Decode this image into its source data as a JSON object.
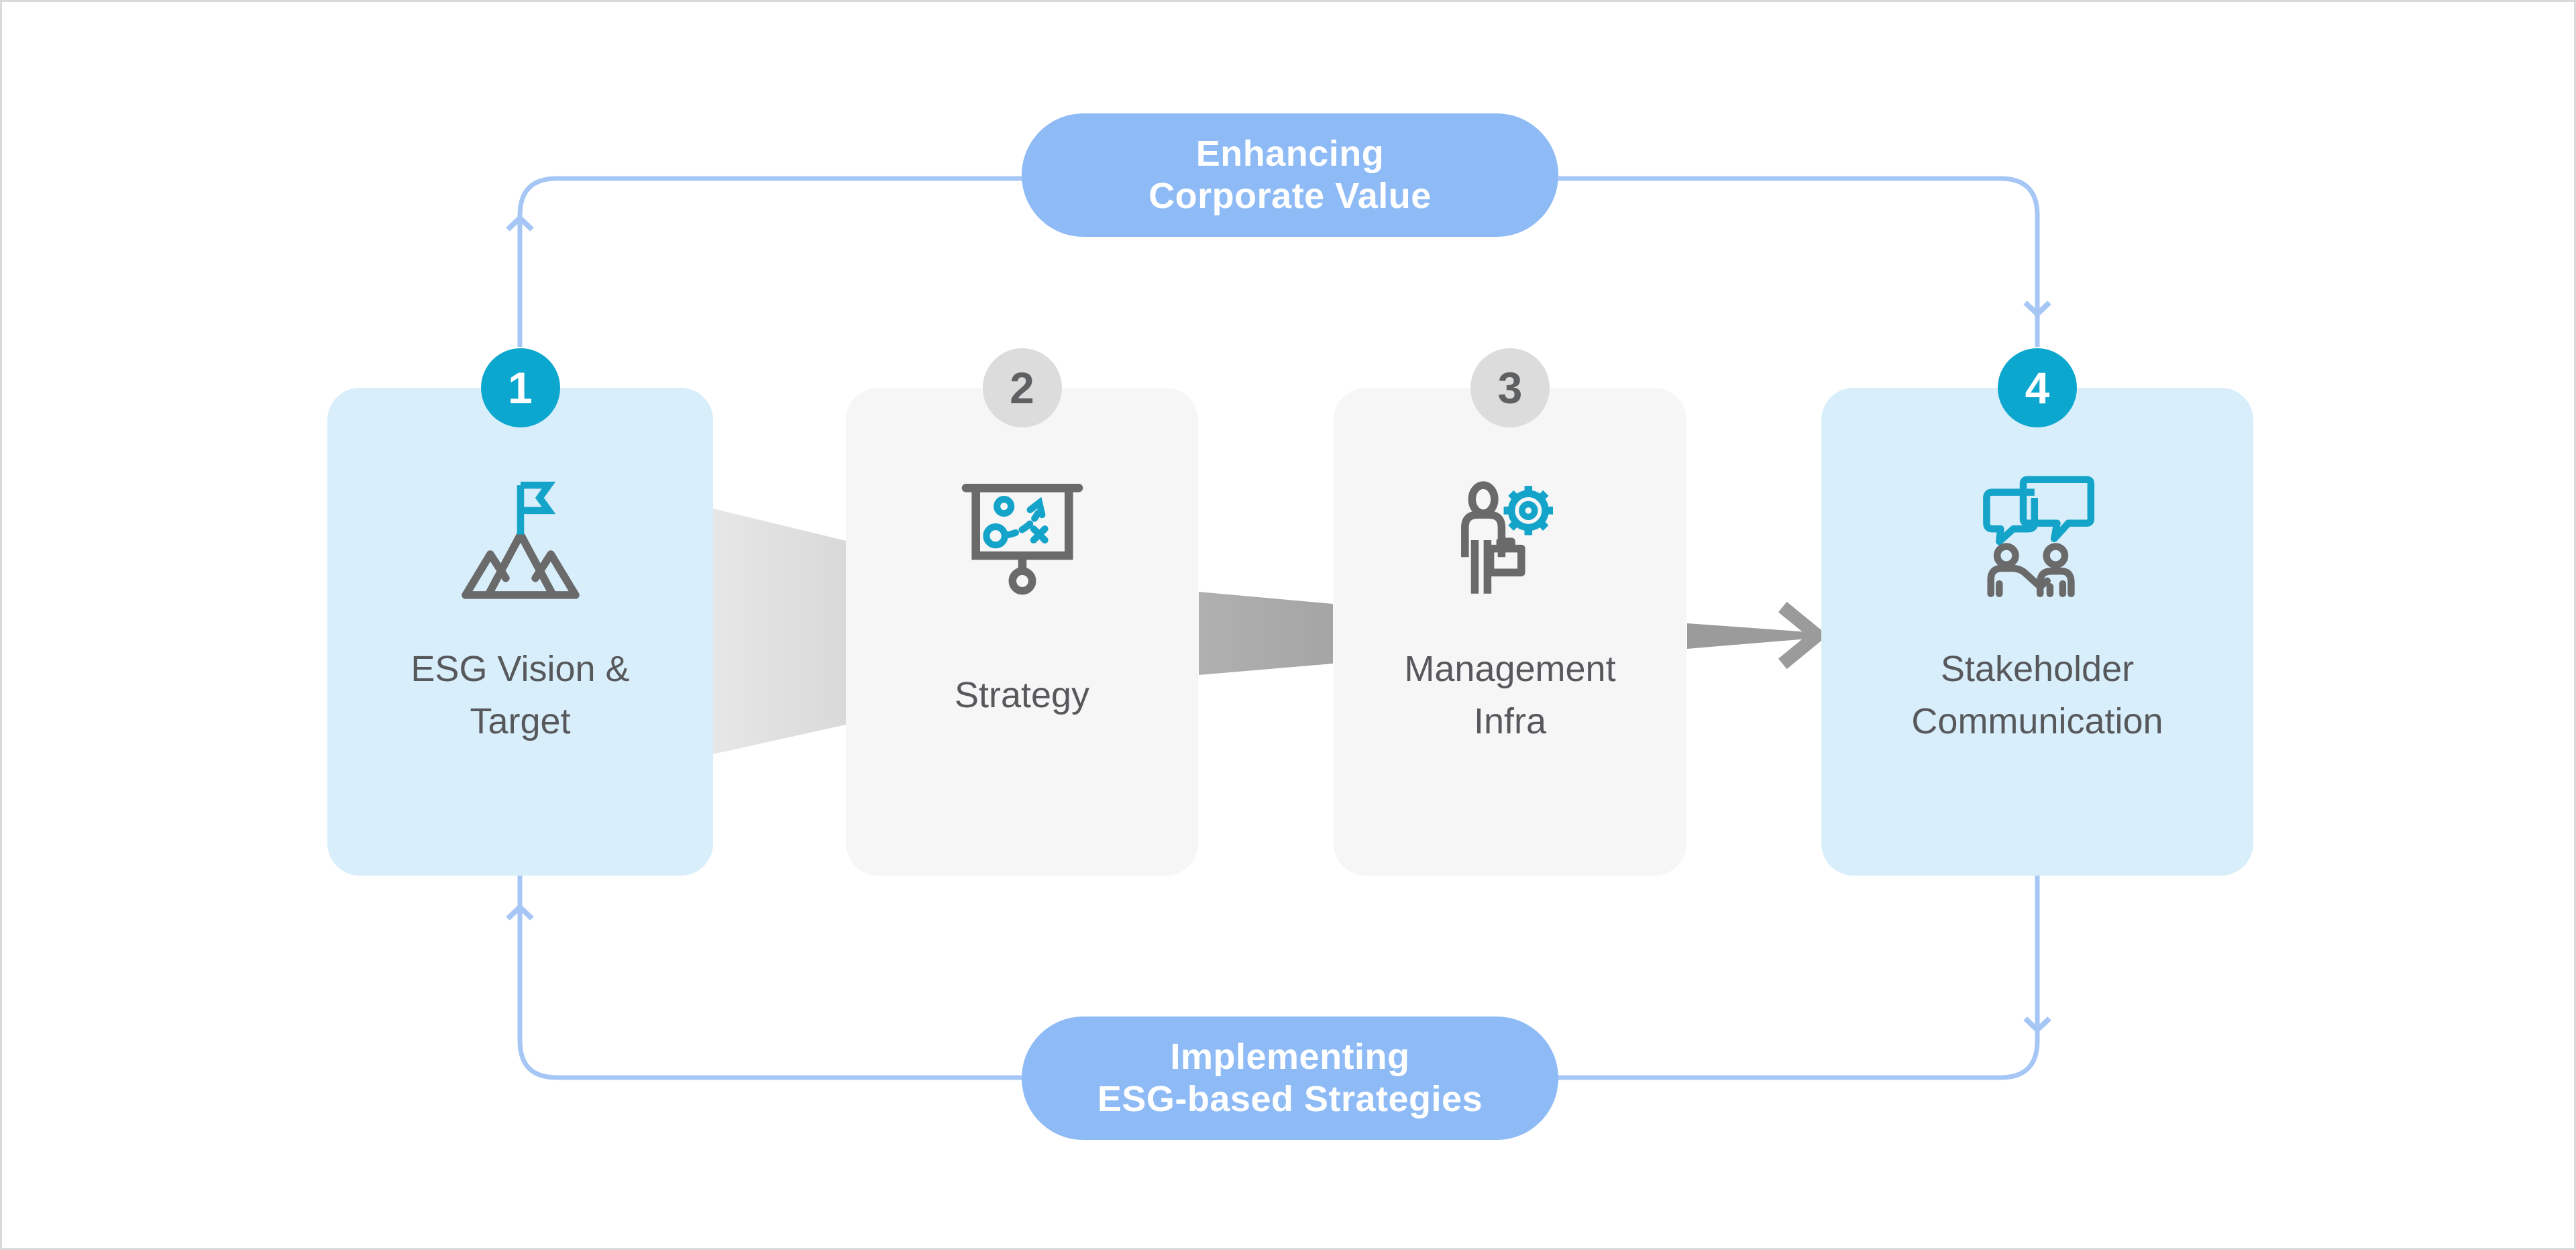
{
  "diagram": {
    "top_loop_label": {
      "line1": "Enhancing",
      "line2": "Corporate Value"
    },
    "bottom_loop_label": {
      "line1": "Implementing",
      "line2": "ESG-based Strategies"
    },
    "steps": [
      {
        "number": "1",
        "label_line1": "ESG Vision &",
        "label_line2": "Target",
        "icon": "mountain-flag-icon",
        "highlighted": true
      },
      {
        "number": "2",
        "label_line1": "Strategy",
        "label_line2": "",
        "icon": "strategy-board-icon",
        "highlighted": false
      },
      {
        "number": "3",
        "label_line1": "Management",
        "label_line2": "Infra",
        "icon": "person-gear-icon",
        "highlighted": false
      },
      {
        "number": "4",
        "label_line1": "Stakeholder",
        "label_line2": "Communication",
        "icon": "chat-people-icon",
        "highlighted": true
      }
    ],
    "colors": {
      "accent_teal": "#0BA7CE",
      "icon_teal": "#14A3C9",
      "icon_gray": "#6A6A6A",
      "card_blue": "#D8EEFB",
      "card_gray": "#F6F6F7",
      "pill_blue": "#8EBBF6",
      "loop_line_blue": "#A6C7F5",
      "badge_gray": "#DCDCDC",
      "label_gray": "#57585B",
      "wedge_light_gray": "#E2E2E2",
      "wedge_mid_gray": "#ACACAC",
      "arrow_dark_gray": "#9B9B9B"
    }
  }
}
